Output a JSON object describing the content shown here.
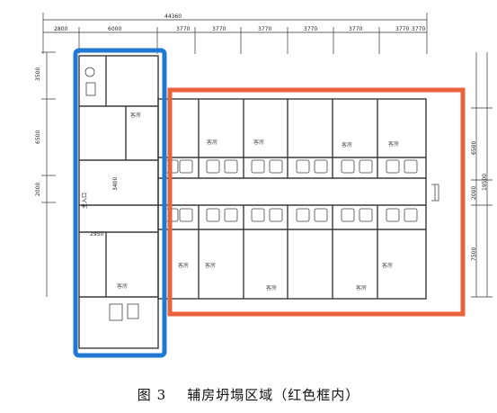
{
  "plan": {
    "total_width": "44360",
    "top_dims": [
      "2800",
      "6000",
      "3770",
      "3770",
      "3770",
      "3770",
      "3770",
      "3770",
      "3770"
    ],
    "left_dims": [
      "3500",
      "6500",
      "2000"
    ],
    "right_dims": [
      "6500",
      "2000",
      "7500"
    ],
    "right_total": "19500",
    "corridor_dim": "3400",
    "small_dim": "2950",
    "room_label": "客房",
    "entrance_label": "主入口",
    "colors": {
      "collapse_box": "#e8623a",
      "preserved_box": "#1f78d1",
      "walls": "#3a3a3a"
    }
  },
  "caption": {
    "figure_number": "图 3",
    "text": "辅房坍塌区域（红色框内）"
  }
}
